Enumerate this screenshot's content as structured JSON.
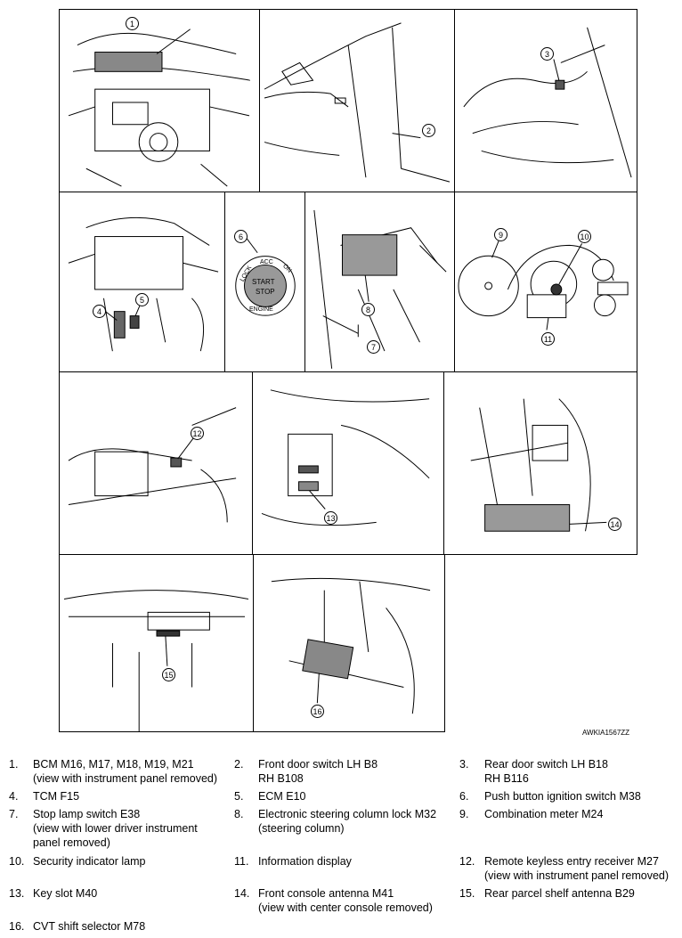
{
  "figure_code": "AWKIA1567ZZ",
  "callouts": [
    "1",
    "2",
    "3",
    "4",
    "5",
    "6",
    "7",
    "8",
    "9",
    "10",
    "11",
    "12",
    "13",
    "14",
    "15",
    "16"
  ],
  "ignition_switch_text": {
    "lock": "LOCK",
    "acc": "ACC",
    "on": "ON",
    "start": "START",
    "stop": "STOP",
    "engine": "ENGINE"
  },
  "legend": [
    {
      "num": "1.",
      "text": "BCM M16, M17, M18, M19, M21",
      "sub": "(view with instrument panel removed)",
      "sub2": ""
    },
    {
      "num": "2.",
      "text": "Front door switch LH B8",
      "sub": "RH B108",
      "sub2": ""
    },
    {
      "num": "3.",
      "text": "Rear door switch LH B18",
      "sub": "RH B116",
      "sub2": ""
    },
    {
      "num": "4.",
      "text": "TCM F15",
      "sub": "",
      "sub2": ""
    },
    {
      "num": "5.",
      "text": "ECM E10",
      "sub": "",
      "sub2": ""
    },
    {
      "num": "6.",
      "text": "Push button ignition switch M38",
      "sub": "",
      "sub2": ""
    },
    {
      "num": "7.",
      "text": "Stop lamp switch E38",
      "sub": "(view with lower driver instrument",
      "sub2": "panel removed)"
    },
    {
      "num": "8.",
      "text": "Electronic steering column lock M32",
      "sub": "(steering column)",
      "sub2": ""
    },
    {
      "num": "9.",
      "text": "Combination meter M24",
      "sub": "",
      "sub2": ""
    },
    {
      "num": "10.",
      "text": "Security indicator lamp",
      "sub": "",
      "sub2": ""
    },
    {
      "num": "11.",
      "text": "Information display",
      "sub": "",
      "sub2": ""
    },
    {
      "num": "12.",
      "text": "Remote keyless entry receiver M27",
      "sub": "(view with instrument panel removed)",
      "sub2": ""
    },
    {
      "num": "13.",
      "text": "Key slot M40",
      "sub": "",
      "sub2": ""
    },
    {
      "num": "14.",
      "text": "Front console antenna M41",
      "sub": "(view with center console removed)",
      "sub2": ""
    },
    {
      "num": "15.",
      "text": "Rear parcel shelf antenna B29",
      "sub": "",
      "sub2": ""
    },
    {
      "num": "16.",
      "text": "CVT shift selector M78",
      "sub": "",
      "sub2": ""
    }
  ]
}
